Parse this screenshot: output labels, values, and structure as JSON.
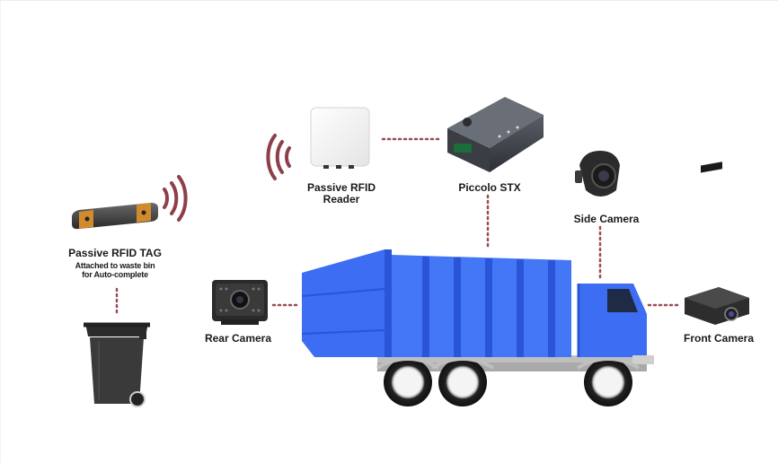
{
  "labels": {
    "rfid_reader_line1": "Passive RFID",
    "rfid_reader_line2": "Reader",
    "piccolo": "Piccolo STX",
    "side_camera": "Side Camera",
    "rfid_tag": "Passive RFID TAG",
    "tag_note_line1": "Attached to waste bin",
    "tag_note_line2": "for Auto-complete",
    "rear_camera": "Rear Camera",
    "front_camera": "Front Camera"
  },
  "colors": {
    "truck_blue": "#3d6df2",
    "truck_blue_dark": "#2a55d8",
    "connector": "#9b4a55",
    "signal": "#8e3f4a",
    "bin": "#3a3a3a",
    "device_dark": "#2d2d2d"
  },
  "icons": [
    "wifi-signal-icon",
    "rfid-reader-icon",
    "piccolo-stx-device-icon",
    "side-camera-icon",
    "rfid-tag-icon",
    "waste-bin-icon",
    "rear-camera-icon",
    "front-camera-icon",
    "garbage-truck-icon"
  ]
}
